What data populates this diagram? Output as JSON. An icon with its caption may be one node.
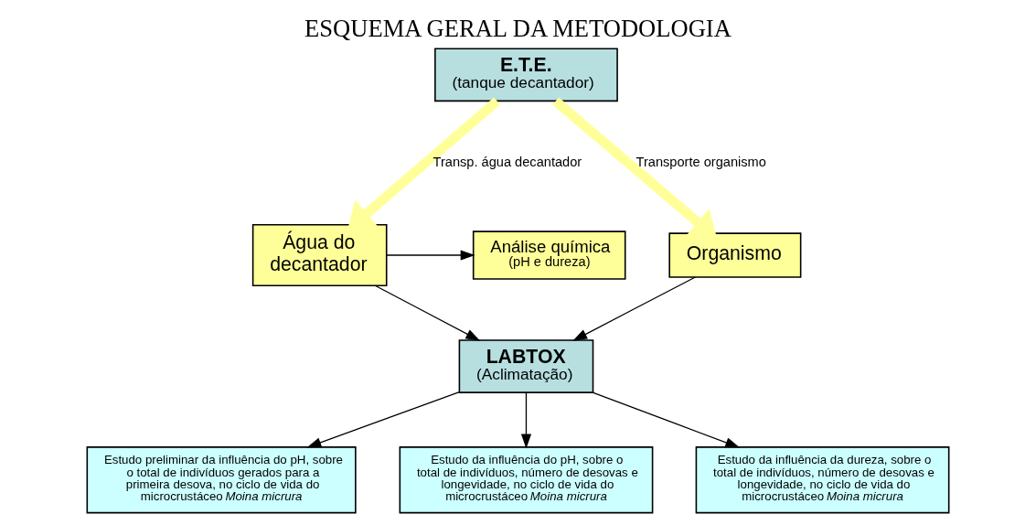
{
  "diagram": {
    "title": "ESQUEMA GERAL DA METODOLOGIA",
    "nodes": [
      {
        "text": [
          "E.T.E.",
          "(tanque decantador)"
        ]
      },
      {
        "text": [
          "Análise química",
          "(pH e dureza)"
        ]
      },
      {
        "text": [
          "Água do decantador"
        ]
      },
      {
        "text": [
          "Organismo"
        ]
      },
      {
        "text": [
          "LABTOX",
          "(Aclimatação)"
        ]
      },
      {
        "text": [
          "Estudo preliminar da influência do pH, sobre o total de indivíduos gerados para a primeira desova, no ciclo de vida do microcrustáceo *Moina micrura*"
        ]
      },
      {
        "text": [
          "Estudo da influência do pH, sobre o total de indivíduos, número de desovas e longevidade, no ciclo de vida do microcrustáceo *Moina micrura*"
        ]
      },
      {
        "text": [
          "Estudo da influência da dureza, sobre o total de indivíduos, número de desovas e longevidade, no ciclo de vida do microcrustáceo *Moina micrura*"
        ]
      }
    ],
    "edges": [
      {
        "from": 0,
        "to": 2,
        "arrow": "to",
        "label": "Transp. água decantador",
        "style": "thick",
        "color": "#ffff99"
      },
      {
        "from": 0,
        "to": 3,
        "arrow": "to",
        "label": "Transporte organismo",
        "style": "thick",
        "color": "#ffff99"
      },
      {
        "from": 2,
        "to": 1,
        "arrow": "to"
      },
      {
        "from": 2,
        "to": 4,
        "arrow": "to"
      },
      {
        "from": 3,
        "to": 4,
        "arrow": "to"
      },
      {
        "from": 4,
        "to": 5,
        "arrow": "to"
      },
      {
        "from": 4,
        "to": 6,
        "arrow": "to"
      },
      {
        "from": 4,
        "to": 7,
        "arrow": "to"
      }
    ]
  }
}
